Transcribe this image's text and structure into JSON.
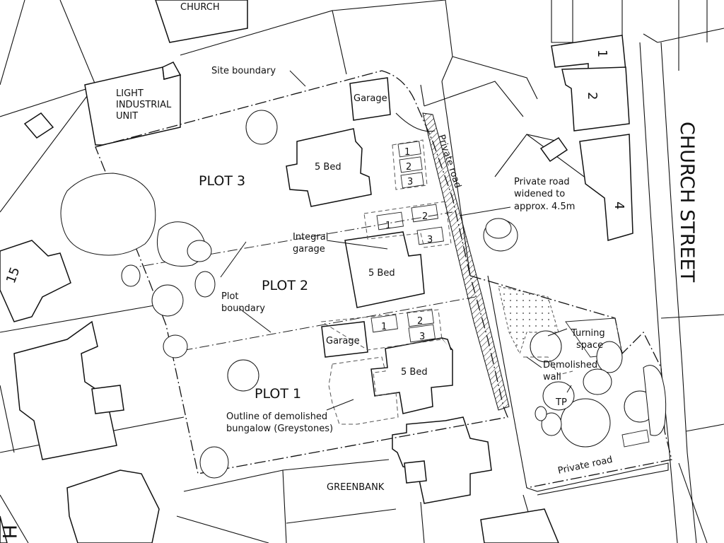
{
  "labels": {
    "church": "CHURCH",
    "light_industrial": [
      "LIGHT",
      "INDUSTRIAL",
      "UNIT"
    ],
    "site_boundary": "Site boundary",
    "garage_top": "Garage",
    "plot3": "PLOT 3",
    "plot2": "PLOT 2",
    "plot1": "PLOT 1",
    "bed_plot3": "5 Bed",
    "bed_plot2": "5 Bed",
    "bed_plot1": "5 Bed",
    "private_road_vertical": "Private road",
    "private_road_widened": [
      "Private road",
      "widened to",
      "approx. 4.5m"
    ],
    "integral_garage": [
      "Integral",
      "garage"
    ],
    "plot_boundary": [
      "Plot",
      "boundary"
    ],
    "garage_plot1": "Garage",
    "turning_space": [
      "Turning",
      "space"
    ],
    "demolished_wall": [
      "Demolished",
      "wall"
    ],
    "tp": "TP",
    "outline_demolished": [
      "Outline of demolished",
      "bungalow (Greystones)"
    ],
    "greenbank": "GREENBANK",
    "private_road_bottom": "Private road",
    "church_street": "CHURCH STREET",
    "house_15": "15",
    "house_1": "1",
    "house_2": "2",
    "house_4": "4",
    "edge_letter": "H"
  },
  "parking": {
    "plot3": [
      "1",
      "2",
      "3"
    ],
    "plot2": [
      "1",
      "2",
      "3"
    ],
    "plot1": [
      "1",
      "2",
      "3"
    ]
  }
}
